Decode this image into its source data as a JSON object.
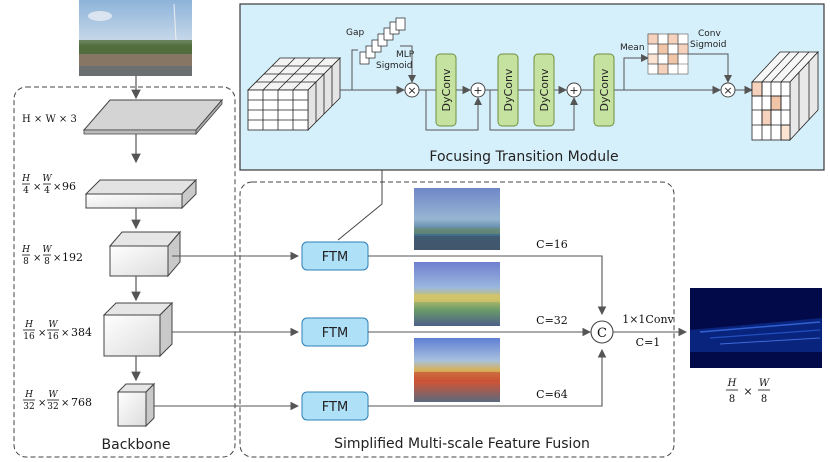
{
  "title": {
    "ftm_module": "Focusing Transition Module",
    "backbone": "Backbone",
    "fusion": "Simplified Multi-scale Feature Fusion"
  },
  "ftm_labels": {
    "gap": "Gap",
    "mlp": "MLP",
    "sigmoid": "Sigmoid",
    "mean": "Mean",
    "conv": "Conv",
    "sigmoid2": "Sigmoid",
    "dyconv": "DyConv",
    "times": "×",
    "plus": "+"
  },
  "backbone_stages": [
    {
      "prefix": "",
      "text": "H × W × 3"
    },
    {
      "num1": "H",
      "den1": "4",
      "num2": "W",
      "den2": "4",
      "tail": "96"
    },
    {
      "num1": "H",
      "den1": "8",
      "num2": "W",
      "den2": "8",
      "tail": "192"
    },
    {
      "num1": "H",
      "den1": "16",
      "num2": "W",
      "den2": "16",
      "tail": "384"
    },
    {
      "num1": "H",
      "den1": "32",
      "num2": "W",
      "den2": "32",
      "tail": "768"
    }
  ],
  "ftm_box_label": "FTM",
  "channels": [
    "C=16",
    "C=32",
    "C=64"
  ],
  "concat_symbol": "C",
  "final_conv": "1×1Conv",
  "final_channel": "C=1",
  "output_size": {
    "num1": "H",
    "den1": "8",
    "num2": "W",
    "den2": "8",
    "times": "×"
  },
  "colors": {
    "ftm_bg": "#d6f0fb",
    "ftm_border": "#3a3a3a",
    "dyconv_fill": "#c6e2a0",
    "dyconv_border": "#6d8f3e",
    "ftm_fill": "#aee0f7",
    "ftm_stroke": "#2d7fb6",
    "density_bg": "#020a4a"
  }
}
